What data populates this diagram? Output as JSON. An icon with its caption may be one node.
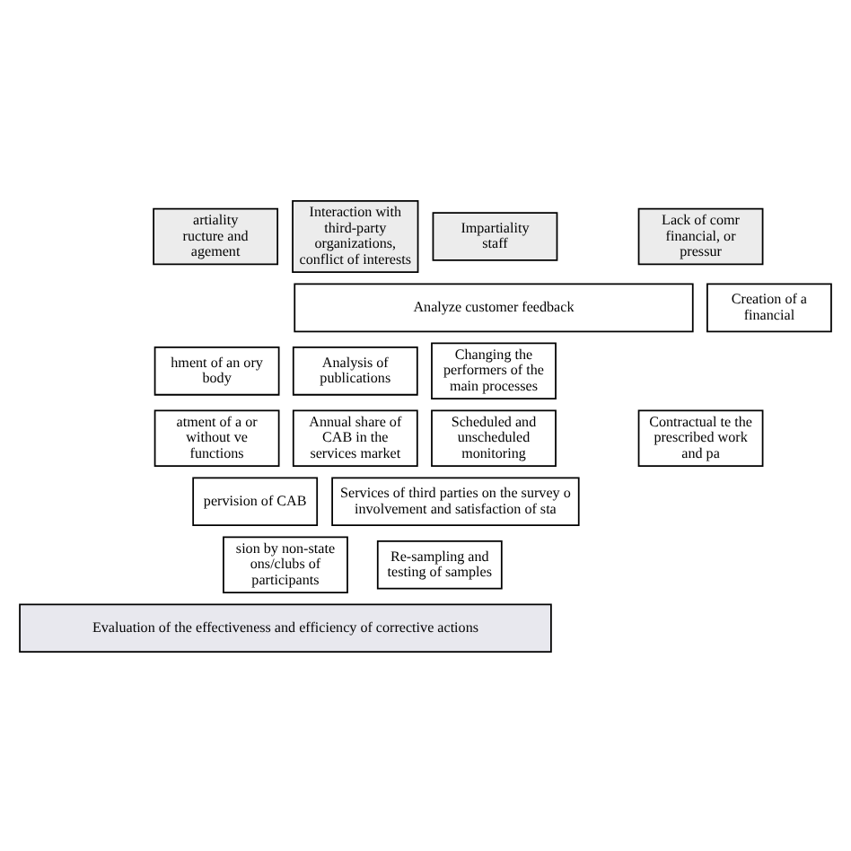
{
  "diagram": {
    "nodes": [
      {
        "text": [
          "artiality ructure and agement"
        ]
      },
      {
        "text": [
          "Interaction with third-party organizations, conflict of interests"
        ]
      },
      {
        "text": [
          "Impartiality staff"
        ]
      },
      {
        "text": [
          "Lack of comr financial, or pressur"
        ]
      },
      {
        "text": [
          "Analyze customer feedback"
        ]
      },
      {
        "text": [
          "hment of an ory body"
        ]
      },
      {
        "text": [
          "Analysis of publications"
        ]
      },
      {
        "text": [
          "Annual share of CAB in the services market"
        ]
      },
      {
        "text": [
          "Changing the performers of the main processes"
        ]
      },
      {
        "text": [
          "Creation of a financial"
        ]
      },
      {
        "text": [
          "atment of a or without ve functions"
        ]
      },
      {
        "text": [
          "Scheduled and unscheduled monitoring"
        ]
      },
      {
        "text": [
          "Contractual te the prescribed work and pa"
        ]
      },
      {
        "text": [
          "pervision of CAB"
        ]
      },
      {
        "text": [
          "Services of third parties on the survey o involvement and satisfaction of sta"
        ]
      },
      {
        "text": [
          "sion by non-state ons/clubs of participants"
        ]
      },
      {
        "text": [
          "Re-sampling and testing of samples"
        ]
      },
      {
        "text": [
          "Evaluation of the effectiveness and efficiency of corrective actions"
        ]
      }
    ]
  }
}
